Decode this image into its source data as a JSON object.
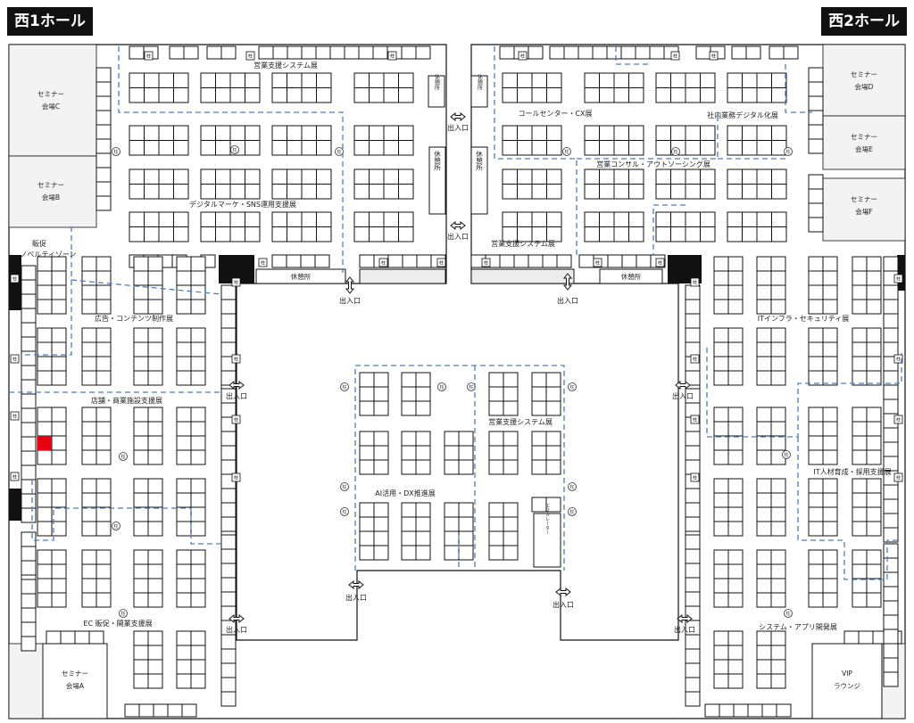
{
  "halls": {
    "west1": "西1ホール",
    "west2": "西2ホール"
  },
  "zones": [
    {
      "id": "sales-top-left",
      "text": "営業支援システム展"
    },
    {
      "id": "digital-marketing",
      "text": "デジタルマーケ・SNS運用支援展"
    },
    {
      "id": "promo-novelty-1",
      "text": "販促"
    },
    {
      "id": "promo-novelty-2",
      "text": "ノベルティゾーン"
    },
    {
      "id": "advertising",
      "text": "広告・コンテンツ制作展"
    },
    {
      "id": "store",
      "text": "店舗・商業施設支援展"
    },
    {
      "id": "ec",
      "text": "EC 販促・開業支援展"
    },
    {
      "id": "call-center",
      "text": "コールセンター・CX展"
    },
    {
      "id": "internal-digital",
      "text": "社内業務デジタル化展"
    },
    {
      "id": "consulting",
      "text": "営業コンサル・アウトソーシング展"
    },
    {
      "id": "sales-top-right",
      "text": "営業支援システム展"
    },
    {
      "id": "it-infra",
      "text": "ITインフラ・セキュリティ展"
    },
    {
      "id": "it-hr",
      "text": "IT人材育成・採用支援展"
    },
    {
      "id": "system-app",
      "text": "システム・アプリ開発展"
    },
    {
      "id": "sales-center",
      "text": "営業支援システム展"
    },
    {
      "id": "ai-dx",
      "text": "AI活用・DX推進展"
    }
  ],
  "rooms": {
    "seminar_c": [
      "セミナー",
      "会場C"
    ],
    "seminar_b": [
      "セミナー",
      "会場B"
    ],
    "seminar_a": [
      "セミナー",
      "会場A"
    ],
    "seminar_d": [
      "セミナー",
      "会場D"
    ],
    "seminar_e": [
      "セミナー",
      "会場E"
    ],
    "seminar_f": [
      "セミナー",
      "会場F"
    ],
    "vip": [
      "VIP",
      "ラウンジ"
    ],
    "rest": "休憩所",
    "rest_v": "休憩所",
    "center_small": "エスカレーター"
  },
  "exit_label": "出入口",
  "pillar_label": "柱",
  "circle_label": "柱",
  "colors": {
    "accent_dash": "#4a7fc0",
    "highlight_booth": "#e60012",
    "label_bg": "#111111"
  }
}
